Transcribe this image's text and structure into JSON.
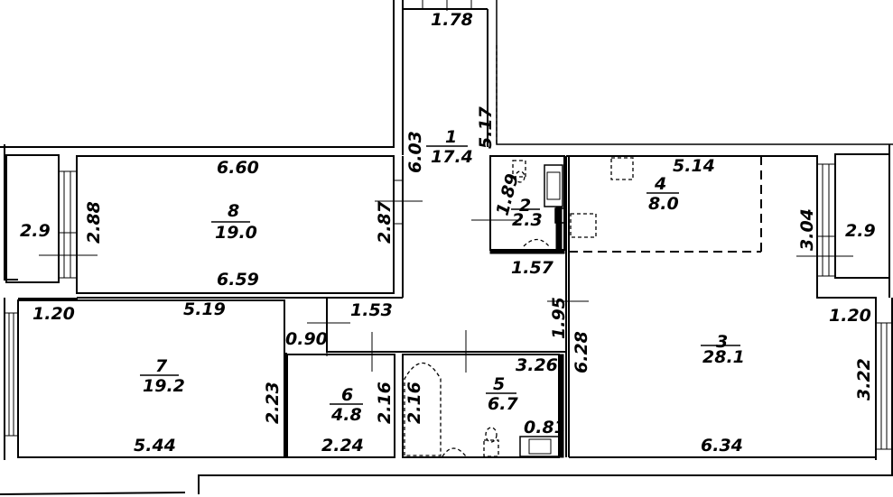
{
  "plan": {
    "rooms": [
      {
        "id": "1",
        "number": "1",
        "area": "17.4",
        "dims": [
          "1.78",
          "6.03",
          "5.17"
        ]
      },
      {
        "id": "2",
        "number": "2",
        "area": "2.3",
        "dims": [
          "1.89",
          "1.57"
        ]
      },
      {
        "id": "3",
        "number": "3",
        "area": "28.1",
        "dims": [
          "6.28",
          "6.34",
          "3.22",
          "1.20",
          "1.95"
        ]
      },
      {
        "id": "4",
        "number": "4",
        "area": "8.0",
        "dims": [
          "5.14"
        ]
      },
      {
        "id": "5",
        "number": "5",
        "area": "6.7",
        "dims": [
          "3.26",
          "2.16",
          "0.81"
        ]
      },
      {
        "id": "6",
        "number": "6",
        "area": "4.8",
        "dims": [
          "2.24",
          "2.16"
        ]
      },
      {
        "id": "7",
        "number": "7",
        "area": "19.2",
        "dims": [
          "1.20",
          "5.19",
          "2.23",
          "5.44"
        ]
      },
      {
        "id": "8",
        "number": "8",
        "area": "19.0",
        "dims": [
          "6.60",
          "6.59",
          "2.88",
          "2.87"
        ]
      }
    ],
    "balconies": [
      {
        "id": "left",
        "area": "2.9"
      },
      {
        "id": "right",
        "area": "2.9",
        "dims": [
          "3.04"
        ]
      }
    ],
    "corridor": {
      "dims": [
        "1.53",
        "0.90"
      ]
    }
  }
}
